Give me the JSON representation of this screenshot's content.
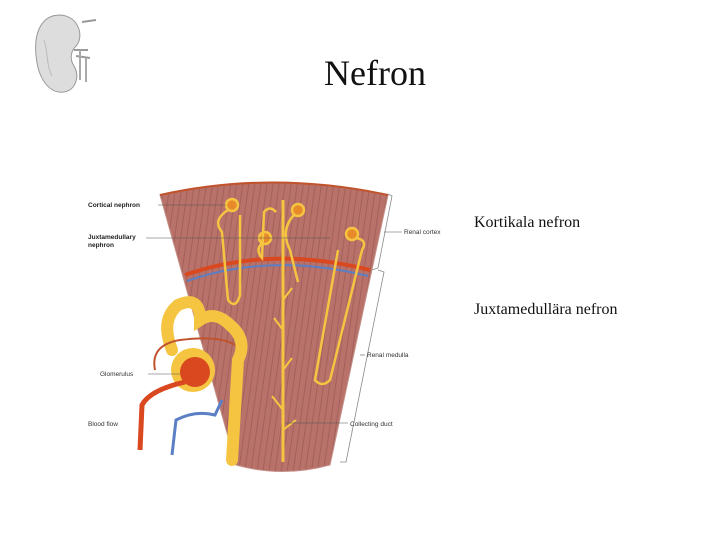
{
  "slide": {
    "title": "Nefron",
    "notes": [
      "Kortikala nefron",
      "Juxtamedullära nefron"
    ]
  },
  "diagram": {
    "labels": {
      "cortical_nephron": "Cortical nephron",
      "juxtamedullary_1": "Juxtamedullary",
      "juxtamedullary_2": "nephron",
      "glomerulus": "Glomerulus",
      "blood_flow": "Blood flow",
      "renal_cortex": "Renal cortex",
      "renal_medulla": "Renal medulla",
      "collecting_duct": "Collecting duct"
    },
    "colors": {
      "tissue": "#b8726a",
      "tubule": "#f5c542",
      "artery": "#d9481f",
      "vein": "#5a7fc4"
    }
  }
}
